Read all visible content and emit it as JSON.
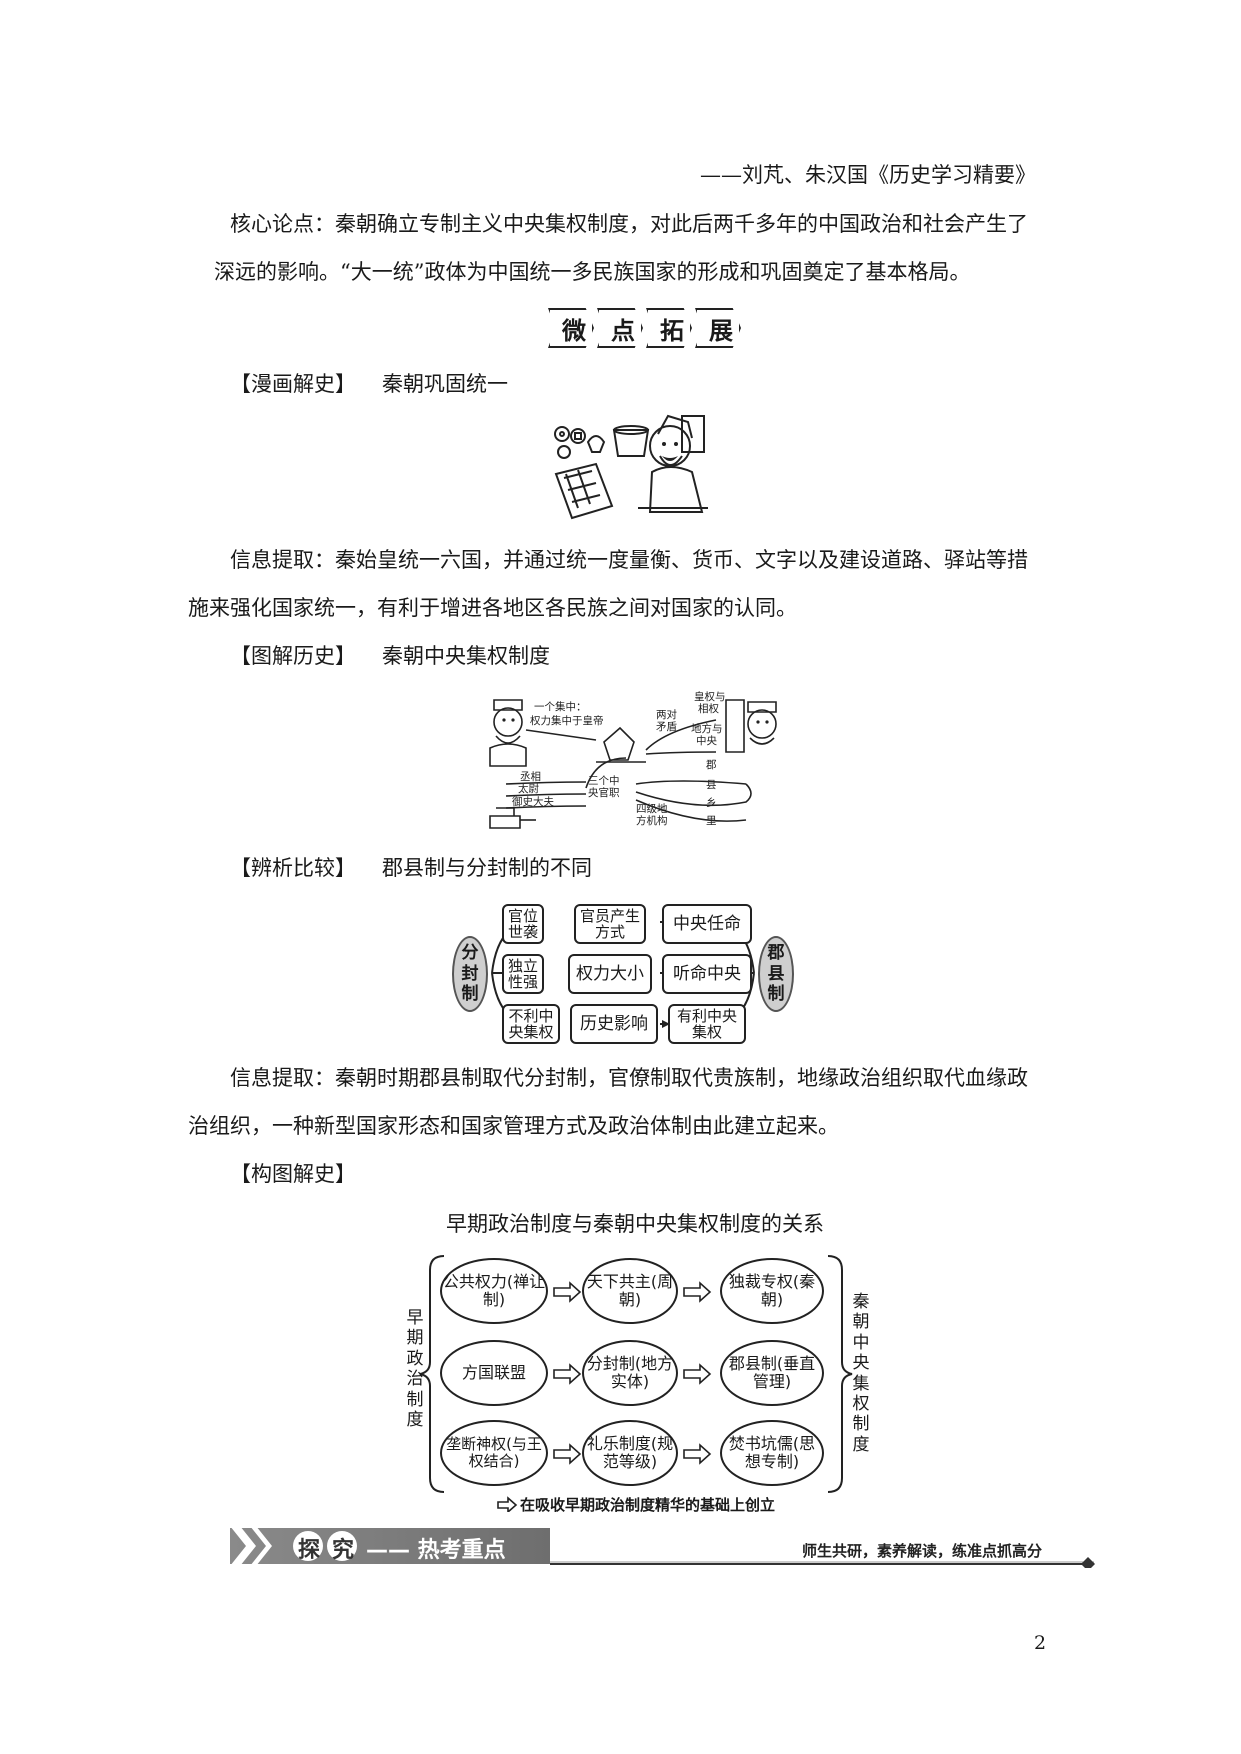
{
  "quote_source": "——刘芃、朱汉国《历史学习精要》",
  "core_point": {
    "line1": "核心论点：秦朝确立专制主义中央集权制度，对此后两千多年的中国政治和社会产生了",
    "line2": "深远的影响。“大一统”政体为中国统一多民族国家的形成和巩固奠定了基本格局。"
  },
  "banner": [
    "微",
    "点",
    "拓",
    "展"
  ],
  "manhua": {
    "tag": "【漫画解史】",
    "title": "秦朝巩固统一",
    "info_line1": "信息提取：秦始皇统一六国，并通过统一度量衡、货币、文字以及建设道路、驿站等措",
    "info_line2": "施来强化国家统一，有利于增进各地区各民族之间对国家的认同。"
  },
  "tujie": {
    "tag": "【图解历史】",
    "title": "秦朝中央集权制度",
    "labels": {
      "one_focus": "一个集中：",
      "one_focus_detail": "权力集中于皇帝",
      "two_contra": "两对",
      "two_contra2": "矛盾",
      "pair1a": "皇权与",
      "pair1b": "相权",
      "pair2a": "地方与",
      "pair2b": "中央",
      "chengxiang": "丞相",
      "taiwei": "太尉",
      "yushi": "御史大夫",
      "three_a": "三个中",
      "three_b": "央官职",
      "four_a": "四级地",
      "four_b": "方机构",
      "jun": "郡",
      "xian": "县",
      "xiang": "乡",
      "li": "里"
    }
  },
  "bianxi": {
    "tag": "【辨析比较】",
    "title": "郡县制与分封制的不同",
    "left_label": "分封制",
    "right_label": "郡县制",
    "rows": [
      {
        "left": "官位世袭",
        "mid": "官员产生方式",
        "right": "中央任命"
      },
      {
        "left": "独立性强",
        "mid": "权力大小",
        "right": "听命中央"
      },
      {
        "left": "不利中央集权",
        "mid": "历史影响",
        "right": "有利中央集权"
      }
    ],
    "info_line1": "信息提取：秦朝时期郡县制取代分封制，官僚制取代贵族制，地缘政治组织取代血缘政",
    "info_line2": "治组织，一种新型国家形态和国家管理方式及政治体制由此建立起来。"
  },
  "goutu": {
    "tag": "【构图解史】",
    "title": "早期政治制度与秦朝中央集权制度的关系",
    "left_label": "早期政治制度",
    "right_label": "秦朝中央集权制度",
    "rows": [
      [
        "公共权力(禅让制)",
        "天下共主(周朝)",
        "独裁专权(秦朝)"
      ],
      [
        "方国联盟",
        "分封制(地方实体)",
        "郡县制(垂直管理)"
      ],
      [
        "垄断神权(与王权结合)",
        "礼乐制度(规范等级)",
        "焚书坑儒(思想专制)"
      ]
    ],
    "footnote": "在吸收早期政治制度精华的基础上创立"
  },
  "section_bar": {
    "title_chars": [
      "探",
      "究"
    ],
    "title_rest": "—— 热考重点",
    "slogan": "师生共研，素养解读，练准点抓高分"
  },
  "page_number": "2"
}
